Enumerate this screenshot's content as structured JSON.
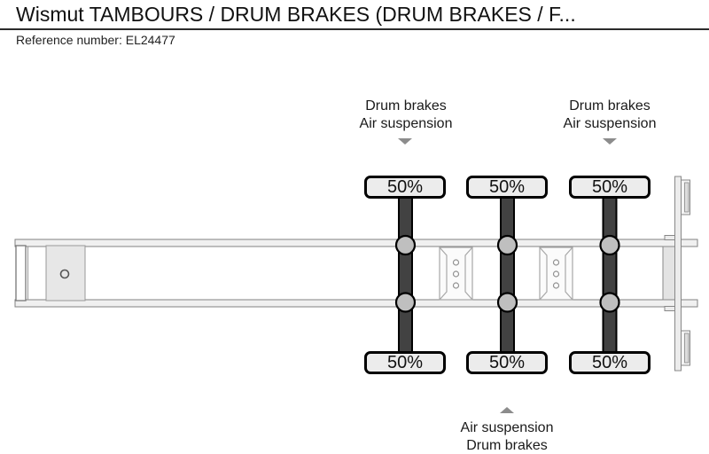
{
  "header": {
    "title": "Wismut TAMBOURS / DRUM BRAKES (DRUM BRAKES / F...",
    "reference": "Reference number: EL24477"
  },
  "diagram": {
    "type": "trailer-axle-load-schematic",
    "axle_count": 3,
    "axle_loads_top": [
      "50%",
      "50%",
      "50%"
    ],
    "axle_loads_bottom": [
      "50%",
      "50%",
      "50%"
    ],
    "annotations": {
      "top": [
        {
          "lines": [
            "Drum brakes",
            "Air suspension"
          ]
        },
        {
          "lines": [
            "Drum brakes",
            "Air suspension"
          ]
        }
      ],
      "bottom": {
        "lines": [
          "Air suspension",
          "Drum brakes"
        ]
      }
    },
    "colors": {
      "axle_beam": "#424242",
      "wheel_hub": "#bfbfbf",
      "badge_fill": "#ececec",
      "badge_border": "#000000",
      "chassis_fill": "#f0f0f0",
      "chassis_stroke": "#828282",
      "arrow": "#8c8c8c",
      "text": "#1a1a1a"
    }
  }
}
